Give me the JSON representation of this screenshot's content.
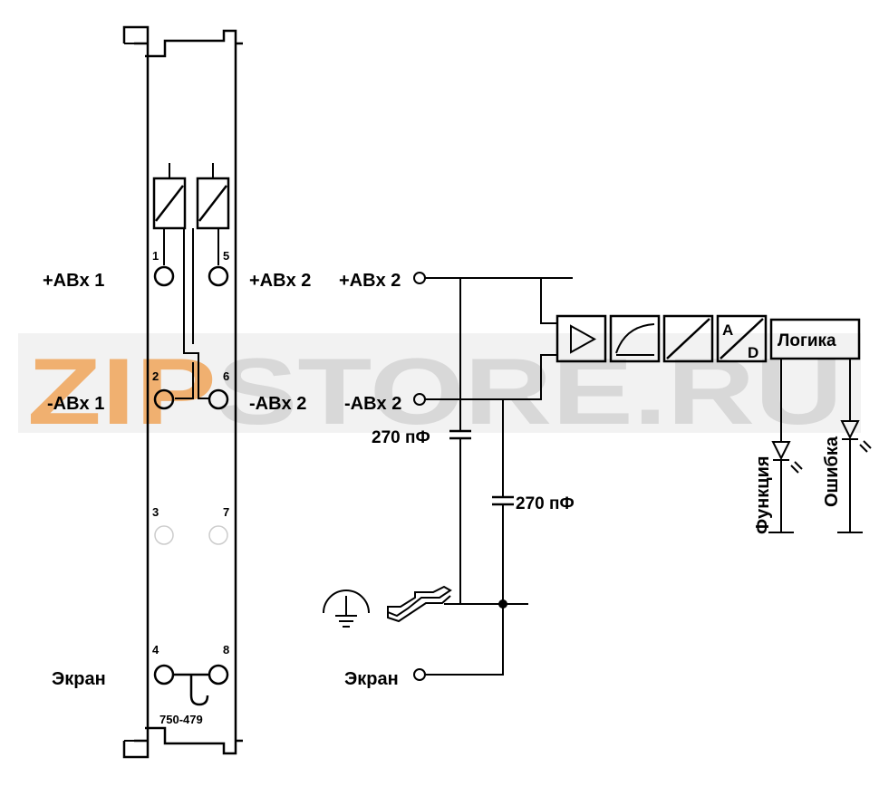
{
  "module": {
    "part_number": "750-479",
    "pins": [
      "1",
      "5",
      "2",
      "6",
      "3",
      "7",
      "4",
      "8"
    ]
  },
  "left_labels": {
    "plus_1": "+ABx 1",
    "plus_2": "+ABx 2",
    "minus_1": "-ABx 1",
    "minus_2": "-ABx 2",
    "shield": "Экран"
  },
  "circuit": {
    "plus_in": "+ABx 2",
    "minus_in": "-ABx 2",
    "shield_in": "Экран",
    "cap_1": "270 пФ",
    "cap_2": "270 пФ",
    "ad_top": "A",
    "ad_bottom": "D",
    "logic": "Логика",
    "led_function": "Функция",
    "led_error": "Ошибка"
  },
  "watermark": {
    "part_a": "ZIP",
    "part_b": "STORE.RU",
    "color_a": "#f0b070",
    "color_b": "#d8d8d8"
  }
}
